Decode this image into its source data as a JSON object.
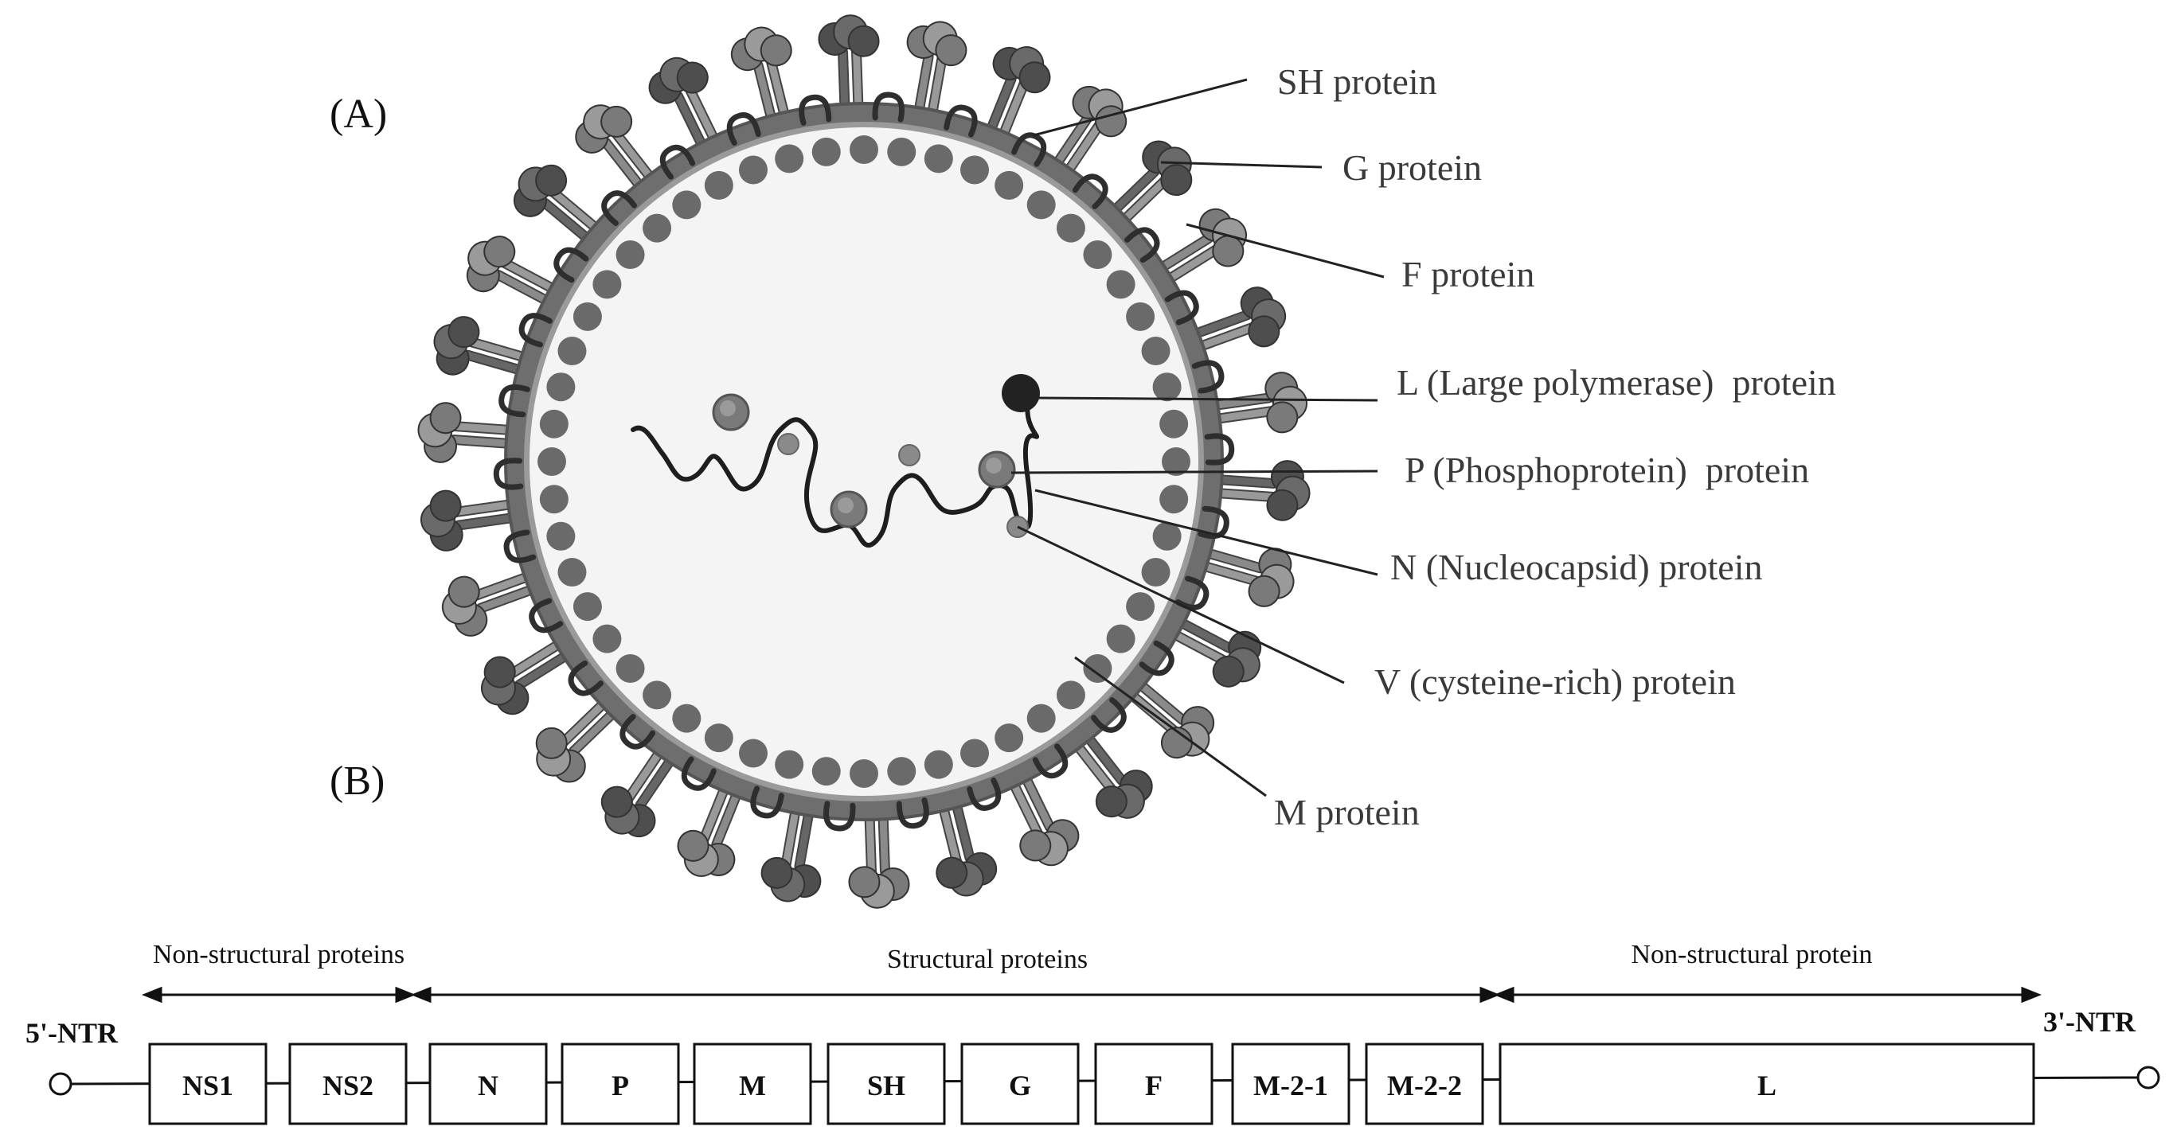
{
  "panels": {
    "a": "(A)",
    "b": "(B)"
  },
  "labels": [
    "SH protein",
    "G protein",
    "F protein",
    "L (Large polymerase)  protein",
    "P (Phosphoprotein)  protein",
    "N (Nucleocapsid) protein",
    "V (cysteine-rich) protein",
    "M protein"
  ],
  "genome": {
    "ntr5": "5'-NTR",
    "ntr3": "3'-NTR",
    "groups": [
      "Non-structural proteins",
      "Structural proteins",
      "Non-structural protein"
    ],
    "genes": [
      "NS1",
      "NS2",
      "N",
      "P",
      "M",
      "SH",
      "G",
      "F",
      "M-2-1",
      "M-2-2",
      "L"
    ]
  },
  "colors": {
    "envelope": "#6e6e6e",
    "interior": "#f4f4f4",
    "matrix_dots": "#6a6a6a",
    "spike_dark": "#555555",
    "spike_light": "#8a8a8a",
    "polymerase": "#222222"
  }
}
